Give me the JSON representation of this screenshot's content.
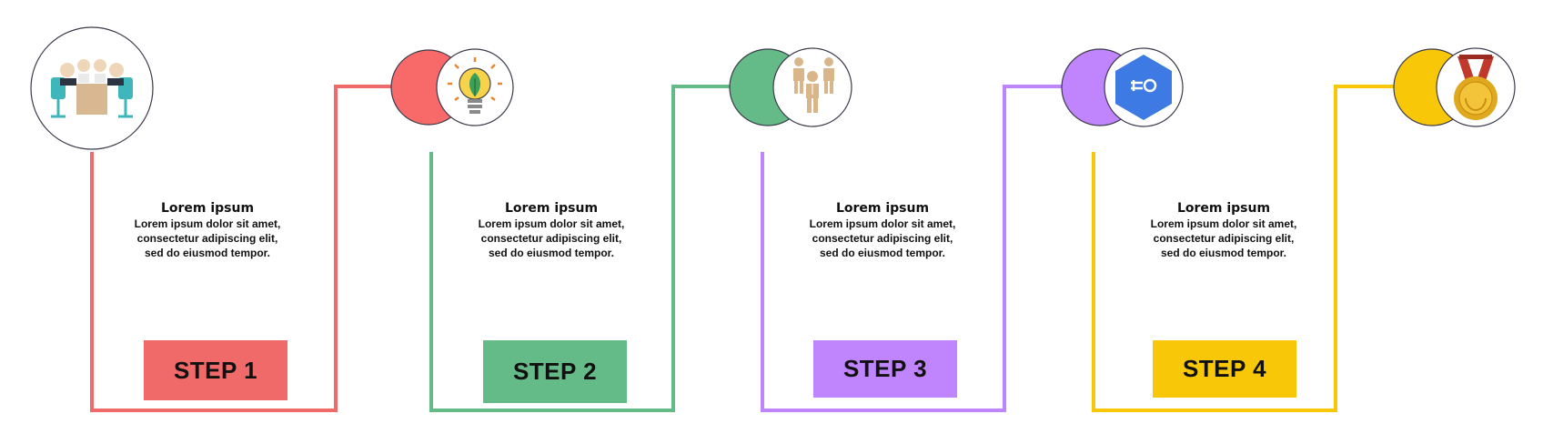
{
  "steps": [
    {
      "label": "STEP 1",
      "title": "Lorem ipsum",
      "line1": "Lorem ipsum dolor sit amet,",
      "line2": "consectetur adipiscing elit,",
      "line3": "sed do eiusmod tempor.",
      "color": "#f06a6a",
      "icon": "meeting-people-icon"
    },
    {
      "label": "STEP 2",
      "title": "Lorem ipsum",
      "line1": "Lorem ipsum dolor sit amet,",
      "line2": "consectetur adipiscing elit,",
      "line3": "sed do eiusmod tempor.",
      "color": "#64bb87",
      "icon": "lightbulb-leaf-icon"
    },
    {
      "label": "STEP 3",
      "title": "Lorem ipsum",
      "line1": "Lorem ipsum dolor sit amet,",
      "line2": "consectetur adipiscing elit,",
      "line3": "sed do eiusmod tempor.",
      "color": "#c084fc",
      "icon": "team-people-icon"
    },
    {
      "label": "STEP 4",
      "title": "Lorem ipsum",
      "line1": "Lorem ipsum dolor sit amet,",
      "line2": "consectetur adipiscing elit,",
      "line3": "sed do eiusmod tempor.",
      "color": "#f8c808",
      "icon": "blue-hexagon-icon"
    }
  ],
  "final": {
    "color": "#f8c808",
    "icon": "gold-medal-icon"
  }
}
